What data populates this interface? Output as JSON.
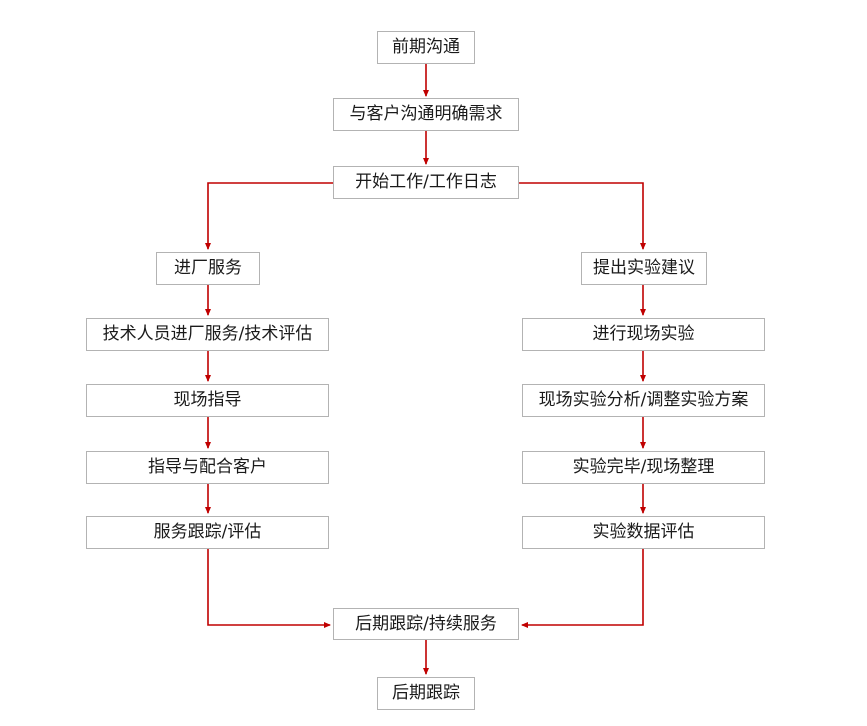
{
  "flow": {
    "line_color": "#c00000",
    "box_border_color": "#b3b3b3",
    "nodes": {
      "n1": "前期沟通",
      "n2": "与客户沟通明确需求",
      "n3": "开始工作/工作日志",
      "l1": "进厂服务",
      "l2": "技术人员进厂服务/技术评估",
      "l3": "现场指导",
      "l4": "指导与配合客户",
      "l5": "服务跟踪/评估",
      "r1": "提出实验建议",
      "r2": "进行现场实验",
      "r3": "现场实验分析/调整实验方案",
      "r4": "实验完毕/现场整理",
      "r5": "实验数据评估",
      "b1": "后期跟踪/持续服务",
      "b2": "后期跟踪"
    }
  }
}
